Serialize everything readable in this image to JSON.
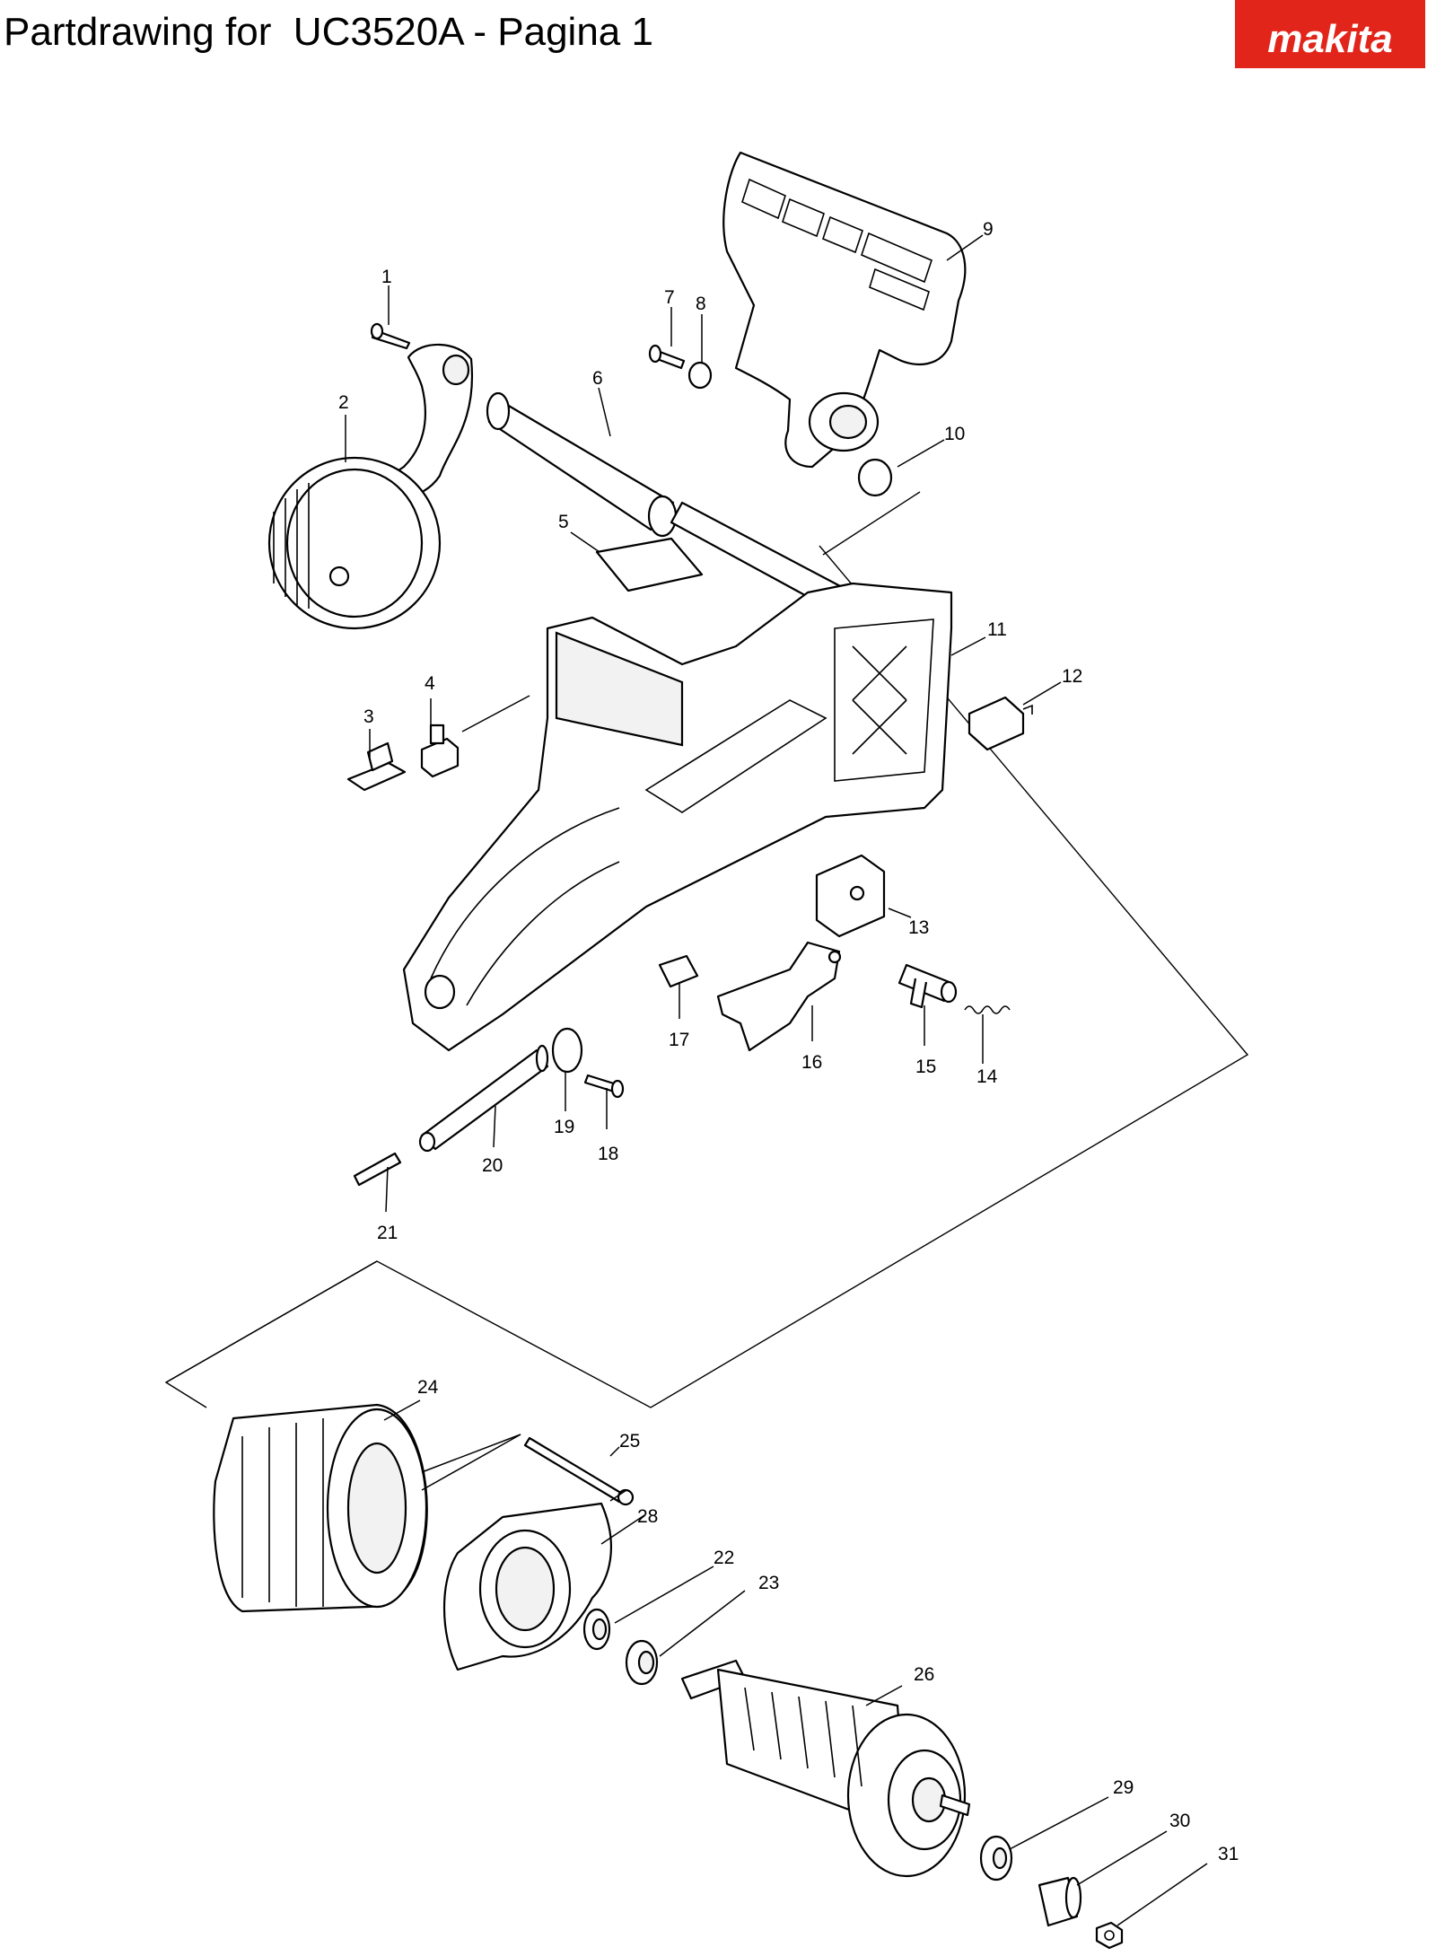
{
  "header": {
    "title": "Partdrawing for  UC3520A - Pagina 1",
    "logo": {
      "name": "makita",
      "text": "makita",
      "color": "#e1251b"
    }
  },
  "diagram": {
    "parts": [
      {
        "no": "1"
      },
      {
        "no": "2"
      },
      {
        "no": "3"
      },
      {
        "no": "4"
      },
      {
        "no": "5"
      },
      {
        "no": "6"
      },
      {
        "no": "7"
      },
      {
        "no": "8"
      },
      {
        "no": "9"
      },
      {
        "no": "10"
      },
      {
        "no": "11"
      },
      {
        "no": "12"
      },
      {
        "no": "13"
      },
      {
        "no": "14"
      },
      {
        "no": "15"
      },
      {
        "no": "16"
      },
      {
        "no": "17"
      },
      {
        "no": "18"
      },
      {
        "no": "19"
      },
      {
        "no": "20"
      },
      {
        "no": "21"
      },
      {
        "no": "22"
      },
      {
        "no": "23"
      },
      {
        "no": "24"
      },
      {
        "no": "25"
      },
      {
        "no": "26"
      },
      {
        "no": "28"
      },
      {
        "no": "29"
      },
      {
        "no": "30"
      },
      {
        "no": "31"
      }
    ]
  }
}
